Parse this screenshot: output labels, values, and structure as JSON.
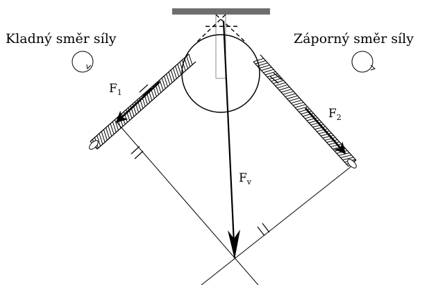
{
  "labels": {
    "positive_direction": "Kladný směr síly",
    "negative_direction": "Záporný směr síly",
    "force_1": "F",
    "force_1_sub": "1",
    "force_2": "F",
    "force_2_sub": "2",
    "force_resultant": "F",
    "force_resultant_sub": "v"
  },
  "colors": {
    "ink": "#000000",
    "ceiling": "#6e6e6e",
    "background": "#ffffff"
  },
  "icons": {
    "positive_direction": "clockwise-circle-arrow-icon",
    "negative_direction": "counterclockwise-circle-arrow-icon"
  }
}
